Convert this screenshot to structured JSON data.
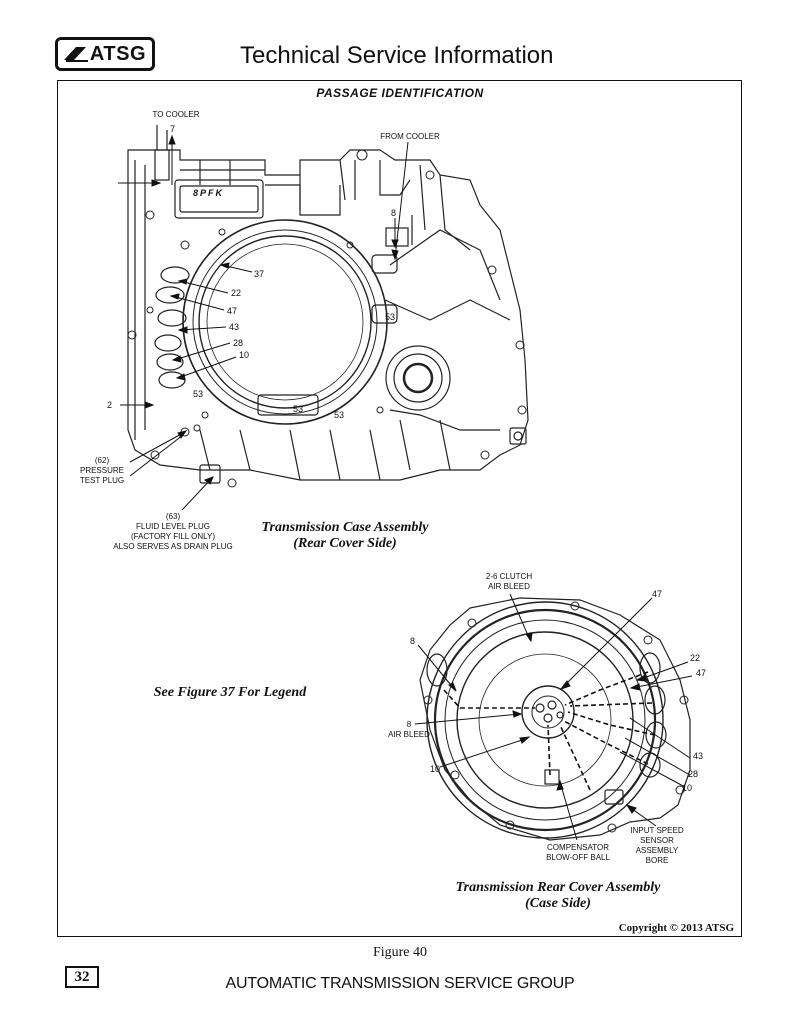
{
  "header": {
    "logo_text": "ATSG",
    "title": "Technical Service Information"
  },
  "section_title": "PASSAGE IDENTIFICATION",
  "case_diagram": {
    "caption_line1": "Transmission Case Assembly",
    "caption_line2": "(Rear Cover Side)",
    "tag_text": "8PFK",
    "labels": {
      "to_cooler": "TO COOLER",
      "from_cooler": "FROM COOLER",
      "pressure_test_plug": [
        "(62)",
        "PRESSURE",
        "TEST PLUG"
      ],
      "fluid_level_plug": [
        "(63)",
        "FLUID LEVEL PLUG",
        "(FACTORY FILL ONLY)",
        "ALSO SERVES AS DRAIN PLUG"
      ]
    },
    "numbers": {
      "n7": "7",
      "n8": "8",
      "n37": "37",
      "n22": "22",
      "n47": "47",
      "n43": "43",
      "n28": "28",
      "n10": "10",
      "n53a": "53",
      "n53b": "53",
      "n53c": "53",
      "n53d": "53",
      "n2": "2"
    }
  },
  "legend_note": "See Figure 37 For Legend",
  "rear_cover_diagram": {
    "caption_line1": "Transmission Rear Cover Assembly",
    "caption_line2": "(Case Side)",
    "labels": {
      "clutch_air_bleed": [
        "2-6 CLUTCH",
        "AIR BLEED"
      ],
      "air_bleed": [
        "8",
        "AIR BLEED"
      ],
      "compensator": [
        "COMPENSATOR",
        "BLOW-OFF BALL"
      ],
      "input_speed": [
        "INPUT SPEED",
        "SENSOR",
        "ASSEMBLY",
        "BORE"
      ]
    },
    "numbers": {
      "n47a": "47",
      "n8": "8",
      "n22": "22",
      "n47b": "47",
      "n10a": "10",
      "n43": "43",
      "n28": "28",
      "n10b": "10"
    }
  },
  "copyright": "Copyright © 2013 ATSG",
  "figure_label": "Figure 40",
  "page_number": "32",
  "footer_title": "AUTOMATIC TRANSMISSION SERVICE GROUP"
}
